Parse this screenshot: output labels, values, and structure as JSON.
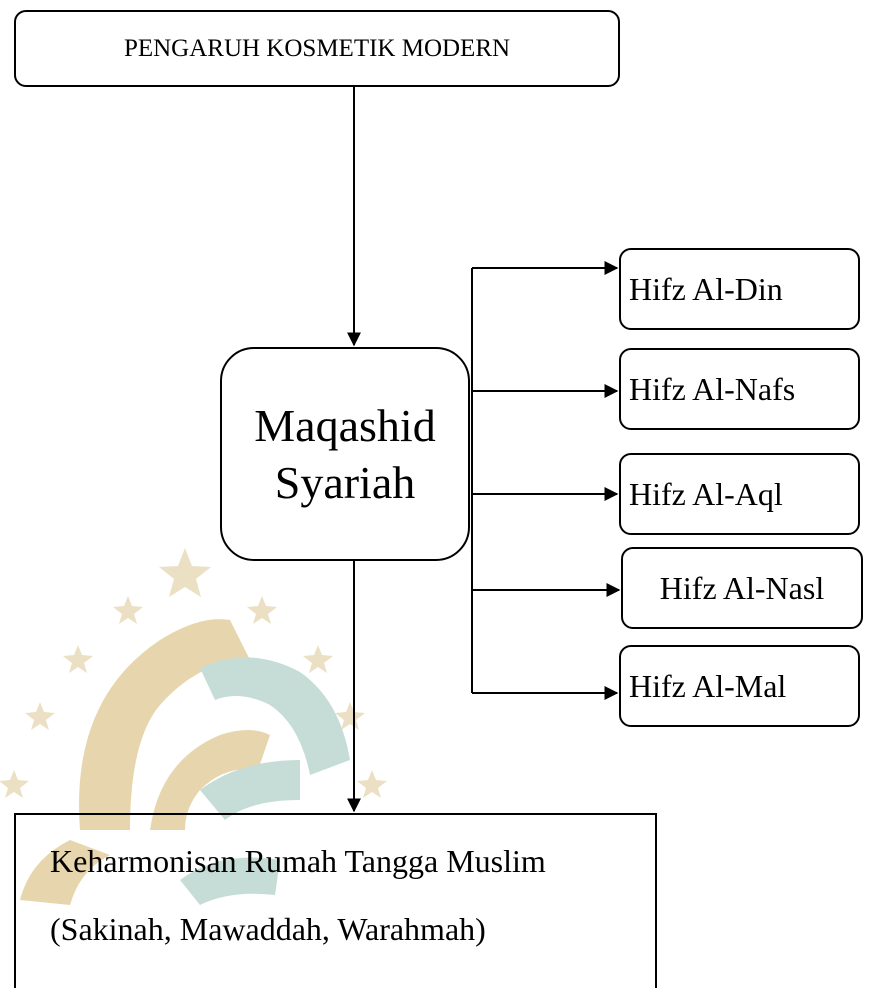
{
  "diagram": {
    "top_box": {
      "label": "PENGARUH KOSMETIK MODERN"
    },
    "center_box": {
      "line1": "Maqashid",
      "line2": "Syariah"
    },
    "objectives": [
      {
        "label": "Hifz Al-Din"
      },
      {
        "label": "Hifz Al-Nafs"
      },
      {
        "label": "Hifz Al-Aql"
      },
      {
        "label": "Hifz Al-Nasl"
      },
      {
        "label": "Hifz Al-Mal"
      }
    ],
    "bottom_box": {
      "line1": "Keharmonisan Rumah Tangga Muslim",
      "line2": "(Sakinah, Mawaddah, Warahmah)"
    }
  },
  "watermark": {
    "colors": {
      "gold": "#e7d6ad",
      "teal": "#c6ddd7",
      "star": "#ece0c4"
    }
  }
}
